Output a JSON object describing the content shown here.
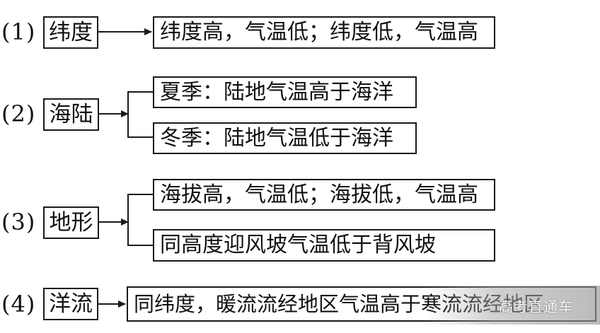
{
  "rows": [
    {
      "number": "(1)",
      "category": "纬度",
      "outcomes": [
        "纬度高，气温低；纬度低，气温高"
      ]
    },
    {
      "number": "(2)",
      "category": "海陆",
      "outcomes": [
        "夏季：陆地气温高于海洋",
        "冬季：陆地气温低于海洋"
      ]
    },
    {
      "number": "(3)",
      "category": "地形",
      "outcomes": [
        "海拔高，气温低；海拔低，气温高",
        "同高度迎风坡气温低于背风坡"
      ]
    },
    {
      "number": "(4)",
      "category": "洋流",
      "outcomes": [
        "同纬度，暖流流经地区气温高于寒流流经地区"
      ]
    }
  ],
  "watermark": "高考直通车",
  "colors": {
    "line": "#1a1a1a",
    "text": "#111111",
    "background": "#ffffff"
  }
}
